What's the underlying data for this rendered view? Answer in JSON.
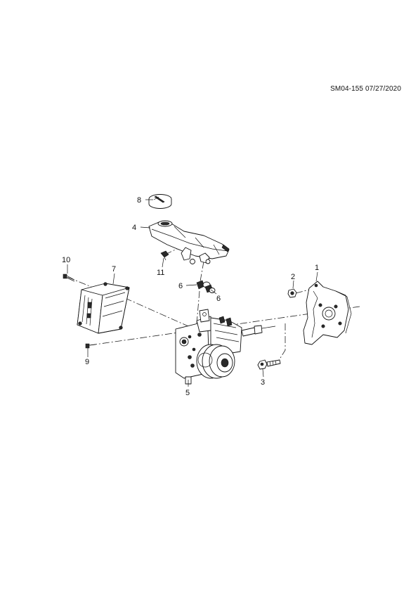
{
  "document": {
    "reference": "SM04-155 07/27/2020"
  },
  "callouts": [
    {
      "id": "c1",
      "label": "1"
    },
    {
      "id": "c2",
      "label": "2"
    },
    {
      "id": "c3",
      "label": "3"
    },
    {
      "id": "c4",
      "label": "4"
    },
    {
      "id": "c5",
      "label": "5"
    },
    {
      "id": "c6a",
      "label": "6"
    },
    {
      "id": "c6b",
      "label": "6"
    },
    {
      "id": "c7",
      "label": "7"
    },
    {
      "id": "c8",
      "label": "8"
    },
    {
      "id": "c9",
      "label": "9"
    },
    {
      "id": "c10",
      "label": "10"
    },
    {
      "id": "c11",
      "label": "11"
    }
  ]
}
